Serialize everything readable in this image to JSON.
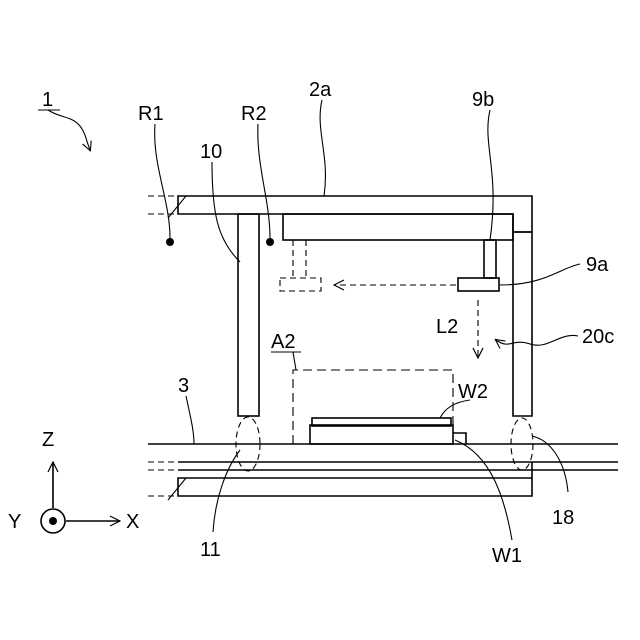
{
  "labels": {
    "ref_1": "1",
    "r1": "R1",
    "r2": "R2",
    "ref_2a": "2a",
    "ref_9b": "9b",
    "ref_10": "10",
    "ref_9a": "9a",
    "l2": "L2",
    "ref_20c": "20c",
    "a2": "A2",
    "w2": "W2",
    "ref_3": "3",
    "z": "Z",
    "y": "Y",
    "x": "X",
    "ref_11": "11",
    "w1": "W1",
    "ref_18": "18"
  }
}
